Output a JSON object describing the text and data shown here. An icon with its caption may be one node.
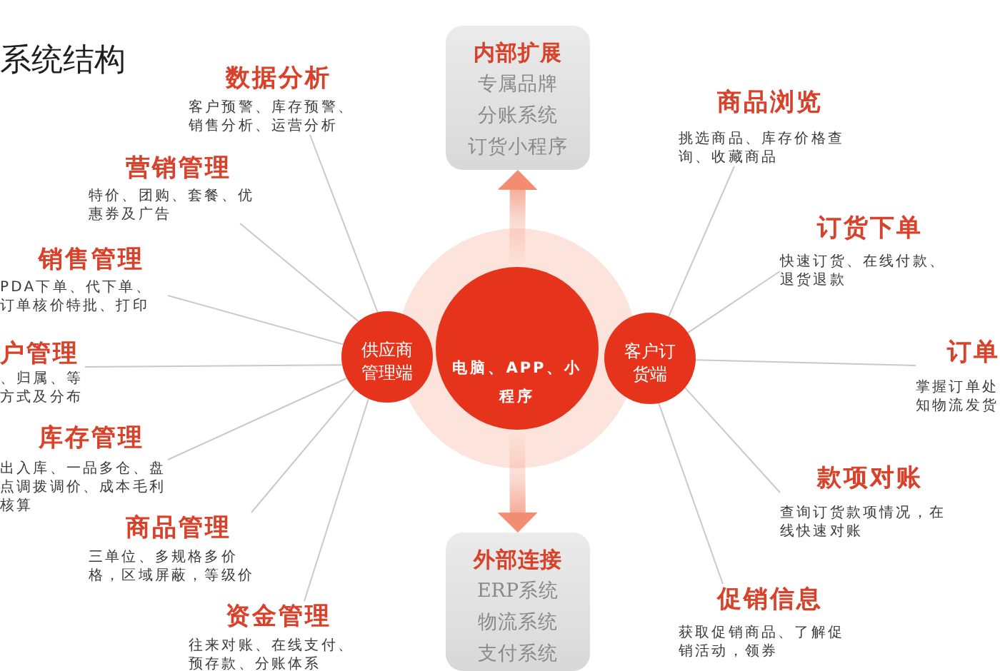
{
  "diagram": {
    "title": "系统结构",
    "nodes": [
      {
        "text": [
          "内部扩展",
          "专属品牌",
          "分账系统",
          "订货小程序"
        ]
      },
      {
        "text": [
          "电脑、APP、小程序"
        ]
      },
      {
        "text": [
          "供应商管理端"
        ]
      },
      {
        "text": [
          "客户订货端"
        ]
      },
      {
        "text": [
          "外部连接",
          "ERP系统",
          "物流系统",
          "支付系统"
        ]
      },
      {
        "text": [
          "数据分析",
          "客户预警、库存预警、销售分析、运营分析"
        ]
      },
      {
        "text": [
          "营销管理",
          "特价、团购、套餐、优惠券及广告"
        ]
      },
      {
        "text": [
          "销售管理",
          "PDA下单、代下单、订单核价特批、打印"
        ]
      },
      {
        "text": [
          "户管理",
          "、归属、等方式及分布"
        ]
      },
      {
        "text": [
          "库存管理",
          "出入库、一品多仓、盘点调拨调价、成本毛利核算"
        ]
      },
      {
        "text": [
          "商品管理",
          "三单位、多规格多价格，区域屏蔽，等级价"
        ]
      },
      {
        "text": [
          "资金管理",
          "往来对账、在线支付、预存款、分账体系"
        ]
      },
      {
        "text": [
          "商品浏览",
          "挑选商品、库存价格查询、收藏商品"
        ]
      },
      {
        "text": [
          "订货下单",
          "快速订货、在线付款、退货退款"
        ]
      },
      {
        "text": [
          "订单",
          "掌握订单处知物流发货"
        ]
      },
      {
        "text": [
          "款项对账",
          "查询订货款项情况，在线快速对账"
        ]
      },
      {
        "text": [
          "促销信息",
          "获取促销商品、了解促销活动，领券"
        ]
      }
    ],
    "edges": [
      {
        "from": 1,
        "to": 0,
        "arrow": "to",
        "style": "thick",
        "color": "#f28d72"
      },
      {
        "from": 1,
        "to": 4,
        "arrow": "to",
        "style": "thick",
        "color": "#f28d72"
      },
      {
        "from": 2,
        "to": 5,
        "arrow": "none"
      },
      {
        "from": 2,
        "to": 6,
        "arrow": "none"
      },
      {
        "from": 2,
        "to": 7,
        "arrow": "none"
      },
      {
        "from": 2,
        "to": 8,
        "arrow": "none"
      },
      {
        "from": 2,
        "to": 9,
        "arrow": "none"
      },
      {
        "from": 2,
        "to": 10,
        "arrow": "none"
      },
      {
        "from": 2,
        "to": 11,
        "arrow": "none"
      },
      {
        "from": 3,
        "to": 12,
        "arrow": "none"
      },
      {
        "from": 3,
        "to": 13,
        "arrow": "none"
      },
      {
        "from": 3,
        "to": 14,
        "arrow": "none"
      },
      {
        "from": 3,
        "to": 15,
        "arrow": "none"
      },
      {
        "from": 3,
        "to": 16,
        "arrow": "none"
      }
    ]
  }
}
